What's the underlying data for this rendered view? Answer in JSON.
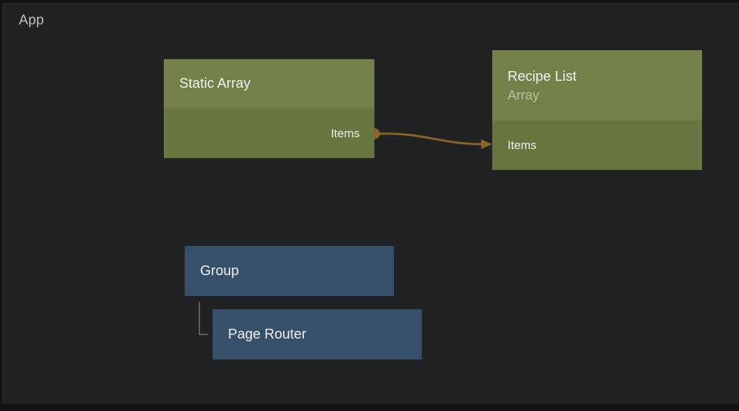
{
  "canvas": {
    "app_label": "App"
  },
  "nodes": {
    "static_array": {
      "title": "Static Array",
      "output_port": "Items"
    },
    "recipe_list": {
      "title": "Recipe List",
      "subtitle": "Array",
      "input_port": "Items"
    },
    "group": {
      "title": "Group"
    },
    "page_router": {
      "title": "Page Router"
    }
  },
  "connections": [
    {
      "from": "Static Array / Items",
      "to": "Recipe List / Items",
      "color": "#8a6526"
    },
    {
      "from": "Group",
      "to": "Page Router",
      "type": "hierarchy",
      "color": "#5f6062"
    }
  ],
  "colors": {
    "background": "#212223",
    "green_node_header": "#738149",
    "green_node_body": "#67753f",
    "blue_node": "#365069",
    "wire": "#8a6526",
    "hierarchy_line": "#5f6062",
    "title_text": "#f2f2f3",
    "subtitle_text": "rgba(255,255,255,0.5)",
    "app_label_text": "#bdbec0"
  }
}
